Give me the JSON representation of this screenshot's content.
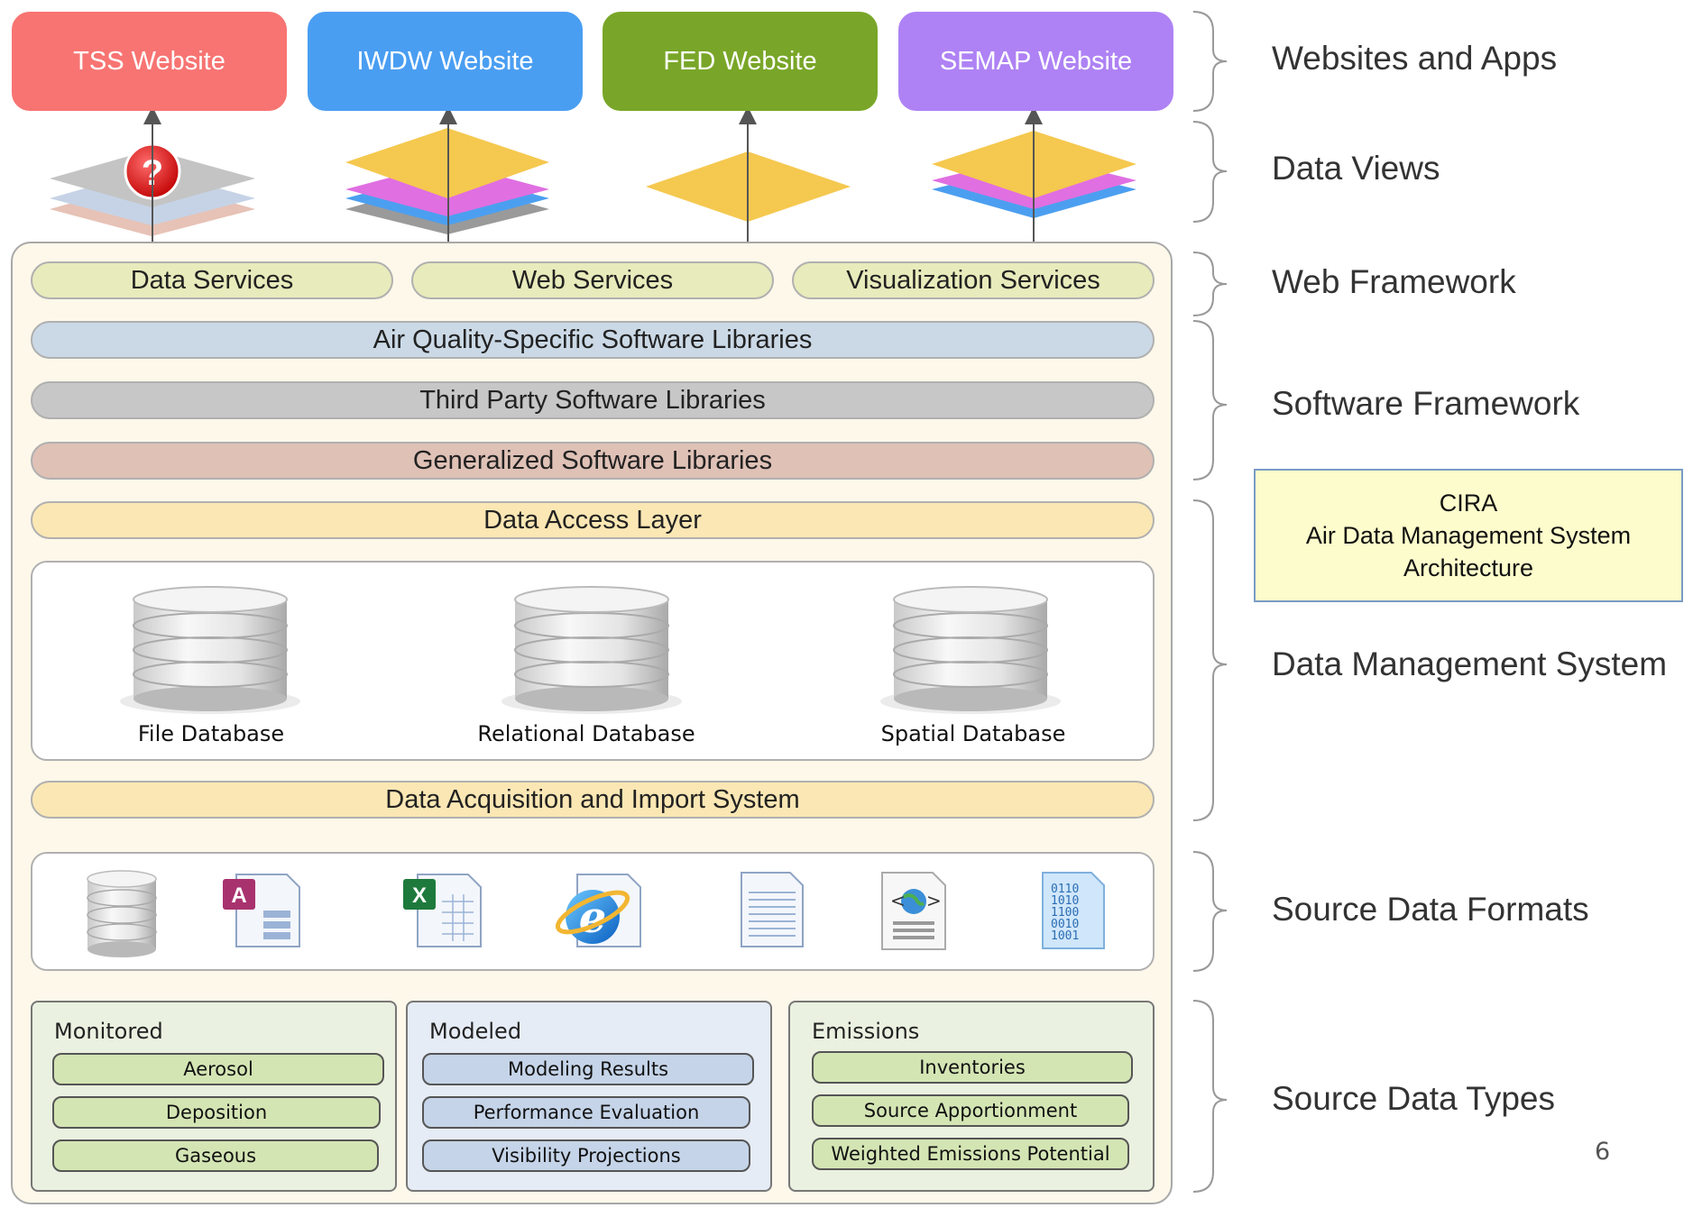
{
  "websites": [
    {
      "label": "TSS Website",
      "color": "#f77472"
    },
    {
      "label": "IWDW Website",
      "color": "#4a9ef2"
    },
    {
      "label": "FED Website",
      "color": "#79a628"
    },
    {
      "label": "SEMAP Website",
      "color": "#ae82f4"
    }
  ],
  "services": [
    "Data Services",
    "Web Services",
    "Visualization Services"
  ],
  "libraries": {
    "air_quality": "Air Quality-Specific Software Libraries",
    "third_party": "Third Party Software Libraries",
    "generalized": "Generalized Software Libraries"
  },
  "data_access_layer": "Data Access Layer",
  "databases": [
    "File Database",
    "Relational Database",
    "Spatial Database"
  ],
  "acquisition": "Data Acquisition and Import System",
  "source_formats_icons": [
    "database-icon",
    "access-file-icon",
    "excel-file-icon",
    "internet-explorer-icon",
    "text-document-icon",
    "web-page-icon",
    "binary-file-icon"
  ],
  "binary_digits": [
    "0110",
    "1010",
    "1100",
    "0010",
    "1001"
  ],
  "source_types": [
    {
      "title": "Monitored",
      "items": [
        "Aerosol",
        "Deposition",
        "Gaseous"
      ]
    },
    {
      "title": "Modeled",
      "items": [
        "Modeling Results",
        "Performance Evaluation",
        "Visibility Projections"
      ]
    },
    {
      "title": "Emissions",
      "items": [
        "Inventories",
        "Source Apportionment",
        "Weighted Emissions Potential"
      ]
    }
  ],
  "layers": [
    "Websites and Apps",
    "Data Views",
    "Web Framework",
    "Software Framework",
    "Data Management System",
    "Source Data Formats",
    "Source Data Types"
  ],
  "cira_box": [
    "CIRA",
    "Air Data Management System",
    "Architecture"
  ],
  "question_mark": "?",
  "page_number": "6",
  "colors": {
    "frame_bg": "#fdf8ea",
    "service_pill": "#e8ebbb",
    "air_quality_pill": "#cbd9e6",
    "third_party_pill": "#c7c7c7",
    "generalized_pill": "#dfc1b6",
    "access_pill": "#fbe7b4",
    "monitored_bg": "#eaf1e0",
    "modeled_bg": "#e6ecf6",
    "emissions_bg": "#eaf1e0",
    "green_item": "#d4e5b4",
    "blue_item": "#c5d4e8"
  }
}
